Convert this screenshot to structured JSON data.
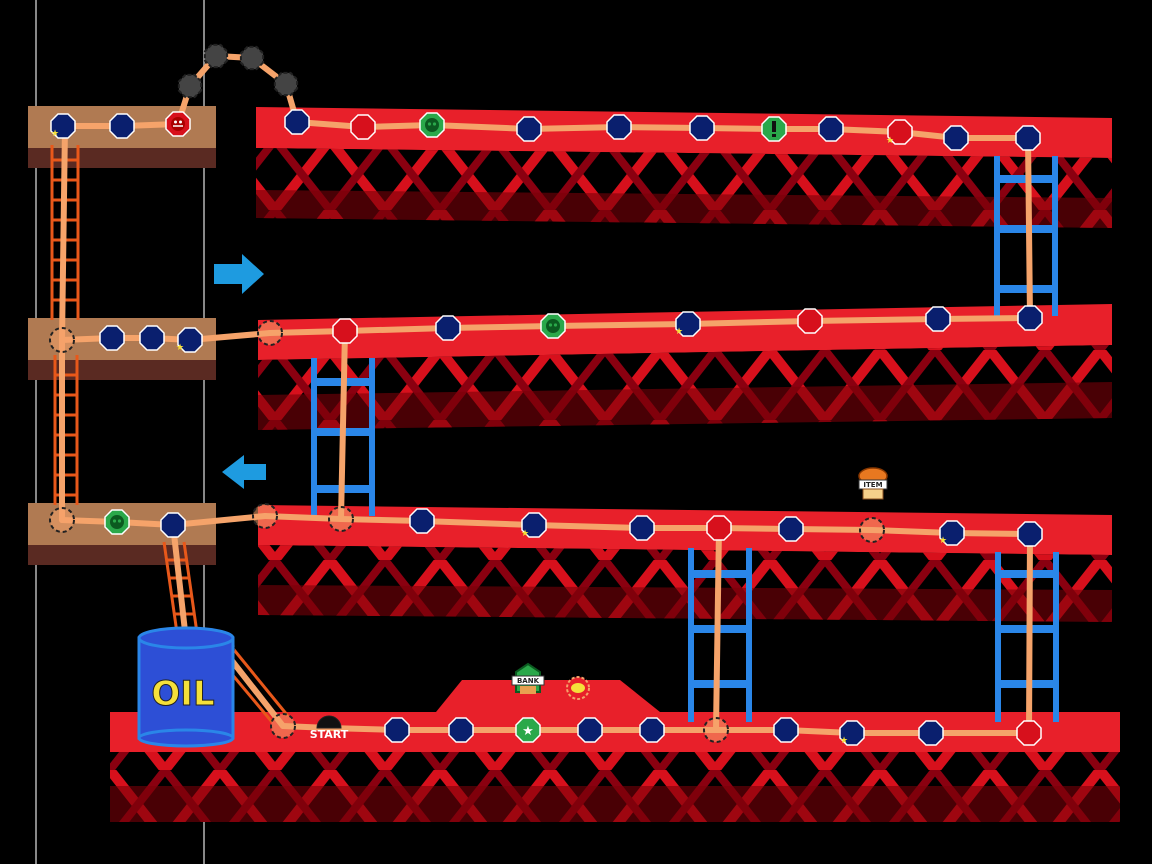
{
  "game": {
    "start_label": "START",
    "oil_label": "OIL",
    "bank_label": "BANK",
    "item_label": "ITEM",
    "colors": {
      "girder": "#e8202a",
      "girder_dark": "#7a0008",
      "blue_space": "#0a1f6e",
      "red_space": "#d7101c",
      "ladder_blue": "#2a86e8",
      "ladder_orange": "#e8581a",
      "tower": "#b07a52",
      "path": "#f5a36a",
      "arrow": "#1e9be0",
      "oil_drum": "#2d4fd6"
    },
    "spaces": [
      {
        "id": "s1",
        "type": "blue"
      },
      {
        "id": "s2",
        "type": "blue"
      },
      {
        "id": "s3",
        "type": "bowser"
      },
      {
        "id": "s4",
        "type": "blue"
      },
      {
        "id": "s5",
        "type": "red"
      },
      {
        "id": "s6",
        "type": "happening"
      },
      {
        "id": "s7",
        "type": "blue"
      },
      {
        "id": "s8",
        "type": "blue"
      },
      {
        "id": "s9",
        "type": "blue"
      },
      {
        "id": "s10",
        "type": "exclaim"
      },
      {
        "id": "s11",
        "type": "blue"
      },
      {
        "id": "s12",
        "type": "red"
      },
      {
        "id": "s13",
        "type": "blue"
      },
      {
        "id": "s14",
        "type": "blue"
      }
    ]
  }
}
